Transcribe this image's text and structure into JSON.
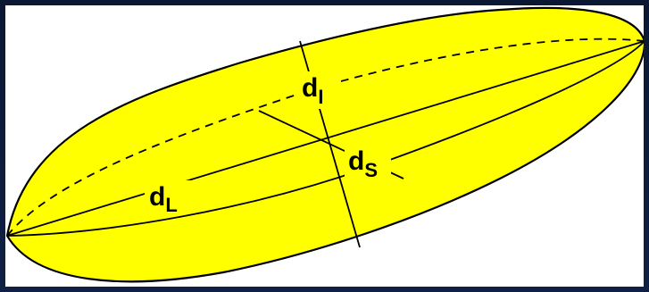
{
  "diagram": {
    "labels": {
      "long_axis": {
        "main": "d",
        "sub": "L"
      },
      "intermediate_axis": {
        "main": "d",
        "sub": "I"
      },
      "short_axis": {
        "main": "d",
        "sub": "S"
      }
    },
    "colors": {
      "fill": "#ffff00",
      "stroke": "#000000",
      "frame": "#0d1a36"
    }
  }
}
